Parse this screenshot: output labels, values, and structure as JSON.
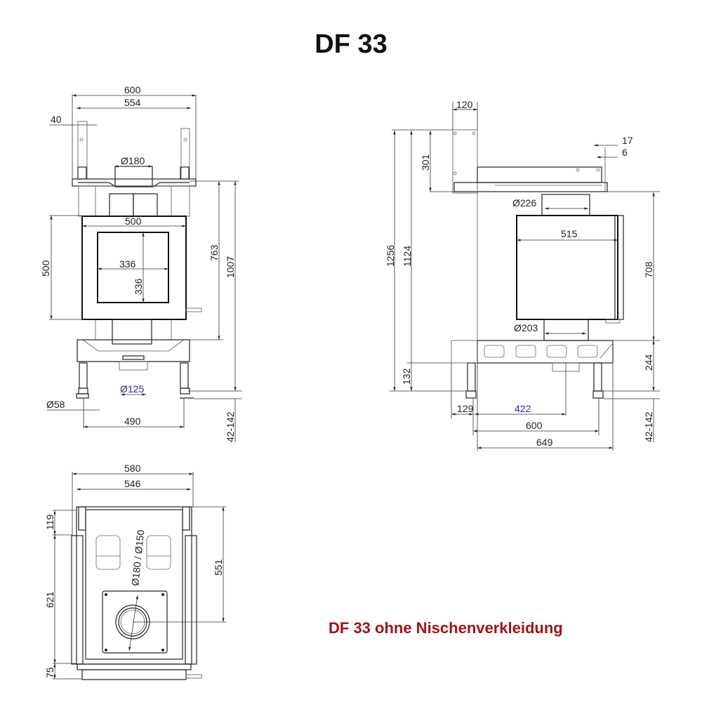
{
  "title": "DF 33",
  "subtitle": "DF 33 ohne Nischenverkleidung",
  "colors": {
    "title": "#111111",
    "subtitle": "#a0131a",
    "blue_label": "#2b2a8f",
    "line": "#222222"
  },
  "front_view": {
    "labels": {
      "overall_width": "600",
      "inner_width": "554",
      "side_bracket": "40",
      "flue_top": "Ø180",
      "door_width": "500",
      "door_height": "500",
      "glass_width": "336",
      "glass_height": "336",
      "height_to_top": "763",
      "total_height": "1007",
      "air_inlet": "Ø125",
      "foot_diameter": "Ø58",
      "foot_spacing": "490",
      "foot_adjust": "42-142"
    }
  },
  "side_view": {
    "labels": {
      "bracket_width": "120",
      "bracket_height": "301",
      "edge_17": "17",
      "edge_6": "6",
      "flue_top": "Ø226",
      "firebox_width": "515",
      "total_height": "1256",
      "height_1124": "1124",
      "firebox_height": "708",
      "flue_bottom": "Ø203",
      "base_height": "244",
      "leg_132": "132",
      "offset_129": "129",
      "air_offset": "422",
      "depth_600": "600",
      "depth_649": "649",
      "foot_adjust": "42-142"
    }
  },
  "top_view": {
    "labels": {
      "overall_width": "580",
      "inner_width": "546",
      "front_offset": "119",
      "flue_diameter": "Ø180 / Ø150",
      "flue_center": "551",
      "depth": "621",
      "rear_offset": "75"
    }
  }
}
